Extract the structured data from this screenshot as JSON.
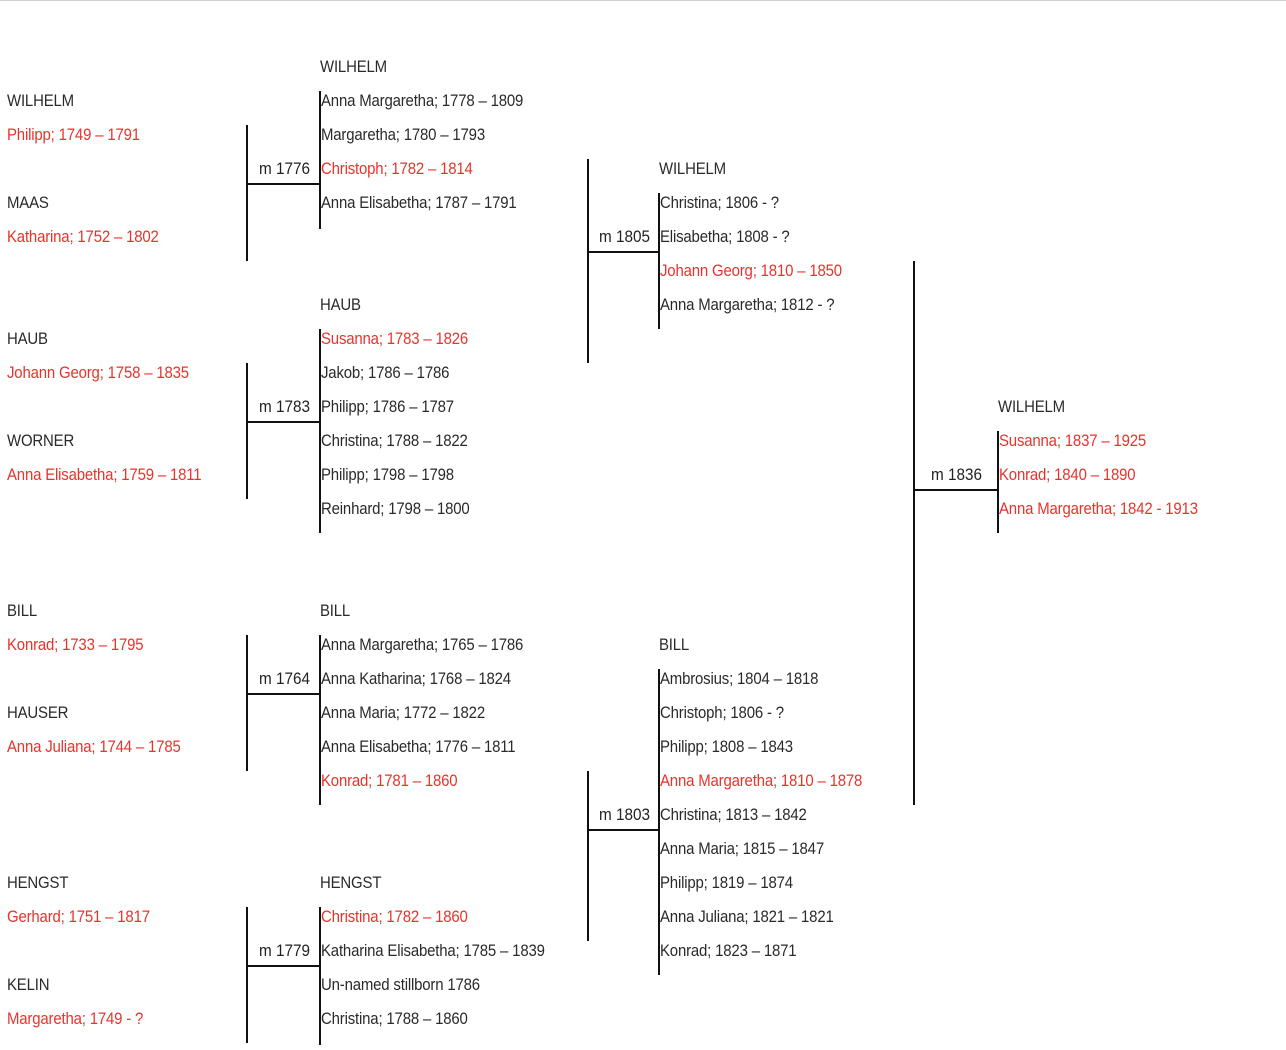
{
  "generation1": {
    "wilhelm_surname": "WILHELM",
    "philipp": "Philipp; 1749 – 1791",
    "maas_surname": "MAAS",
    "katharina": "Katharina; 1752 – 1802",
    "haub_surname": "HAUB",
    "johann_georg": "Johann Georg; 1758 – 1835",
    "worner_surname": "WORNER",
    "anna_elisabetha": "Anna Elisabetha; 1759 – 1811",
    "bill_surname": "BILL",
    "konrad": "Konrad; 1733 – 1795",
    "hauser_surname": "HAUSER",
    "anna_juliana": "Anna Juliana; 1744 – 1785",
    "hengst_surname": "HENGST",
    "gerhard": "Gerhard; 1751 – 1817",
    "kelin_surname": "KELIN",
    "margaretha": "Margaretha; 1749 - ?"
  },
  "marriages": {
    "m1776": "m 1776",
    "m1783": "m 1783",
    "m1764": "m 1764",
    "m1779": "m 1779",
    "m1805": "m 1805",
    "m1803": "m 1803",
    "m1836": "m 1836"
  },
  "families_gen2": {
    "wilhelm": {
      "surname": "WILHELM",
      "children": [
        {
          "text": "Anna Margaretha; 1778 – 1809",
          "highlight": false
        },
        {
          "text": "Margaretha; 1780 – 1793",
          "highlight": false
        },
        {
          "text": "Christoph; 1782 – 1814",
          "highlight": true
        },
        {
          "text": "Anna Elisabetha; 1787 – 1791",
          "highlight": false
        }
      ]
    },
    "haub": {
      "surname": "HAUB",
      "children": [
        {
          "text": "Susanna; 1783 – 1826",
          "highlight": true
        },
        {
          "text": "Jakob; 1786 – 1786",
          "highlight": false
        },
        {
          "text": "Philipp; 1786 – 1787",
          "highlight": false
        },
        {
          "text": "Christina; 1788 – 1822",
          "highlight": false
        },
        {
          "text": "Philipp; 1798 – 1798",
          "highlight": false
        },
        {
          "text": "Reinhard; 1798 – 1800",
          "highlight": false
        }
      ]
    },
    "bill": {
      "surname": "BILL",
      "children": [
        {
          "text": "Anna Margaretha; 1765 – 1786",
          "highlight": false
        },
        {
          "text": "Anna Katharina; 1768 – 1824",
          "highlight": false
        },
        {
          "text": "Anna Maria; 1772 – 1822",
          "highlight": false
        },
        {
          "text": "Anna Elisabetha; 1776 – 1811",
          "highlight": false
        },
        {
          "text": "Konrad; 1781 – 1860",
          "highlight": true
        }
      ]
    },
    "hengst": {
      "surname": "HENGST",
      "children": [
        {
          "text": "Christina; 1782 – 1860",
          "highlight": true
        },
        {
          "text": "Katharina Elisabetha; 1785 – 1839",
          "highlight": false
        },
        {
          "text": "Un-named stillborn 1786",
          "highlight": false
        },
        {
          "text": "Christina; 1788 – 1860",
          "highlight": false
        }
      ]
    }
  },
  "families_gen3": {
    "wilhelm": {
      "surname": "WILHELM",
      "children": [
        {
          "text": "Christina; 1806 - ?",
          "highlight": false
        },
        {
          "text": "Elisabetha; 1808 - ?",
          "highlight": false
        },
        {
          "text": "Johann Georg; 1810 – 1850",
          "highlight": true
        },
        {
          "text": "Anna Margaretha; 1812 - ?",
          "highlight": false
        }
      ]
    },
    "bill": {
      "surname": "BILL",
      "children": [
        {
          "text": "Ambrosius; 1804 – 1818",
          "highlight": false
        },
        {
          "text": "Christoph; 1806 - ?",
          "highlight": false
        },
        {
          "text": "Philipp; 1808 – 1843",
          "highlight": false
        },
        {
          "text": "Anna Margaretha; 1810 – 1878",
          "highlight": true
        },
        {
          "text": "Christina; 1813 – 1842",
          "highlight": false
        },
        {
          "text": "Anna Maria; 1815 – 1847",
          "highlight": false
        },
        {
          "text": "Philipp; 1819 – 1874",
          "highlight": false
        },
        {
          "text": "Anna Juliana; 1821 – 1821",
          "highlight": false
        },
        {
          "text": "Konrad; 1823 – 1871",
          "highlight": false
        }
      ]
    }
  },
  "family_gen4": {
    "surname": "WILHELM",
    "children": [
      {
        "text": "Susanna; 1837 – 1925",
        "highlight": true
      },
      {
        "text": "Konrad; 1840 – 1890",
        "highlight": true
      },
      {
        "text": "Anna Margaretha; 1842 - 1913",
        "highlight": true
      }
    ]
  },
  "colors": {
    "highlight": "#e8332c",
    "text": "#222222",
    "line": "#111111"
  }
}
